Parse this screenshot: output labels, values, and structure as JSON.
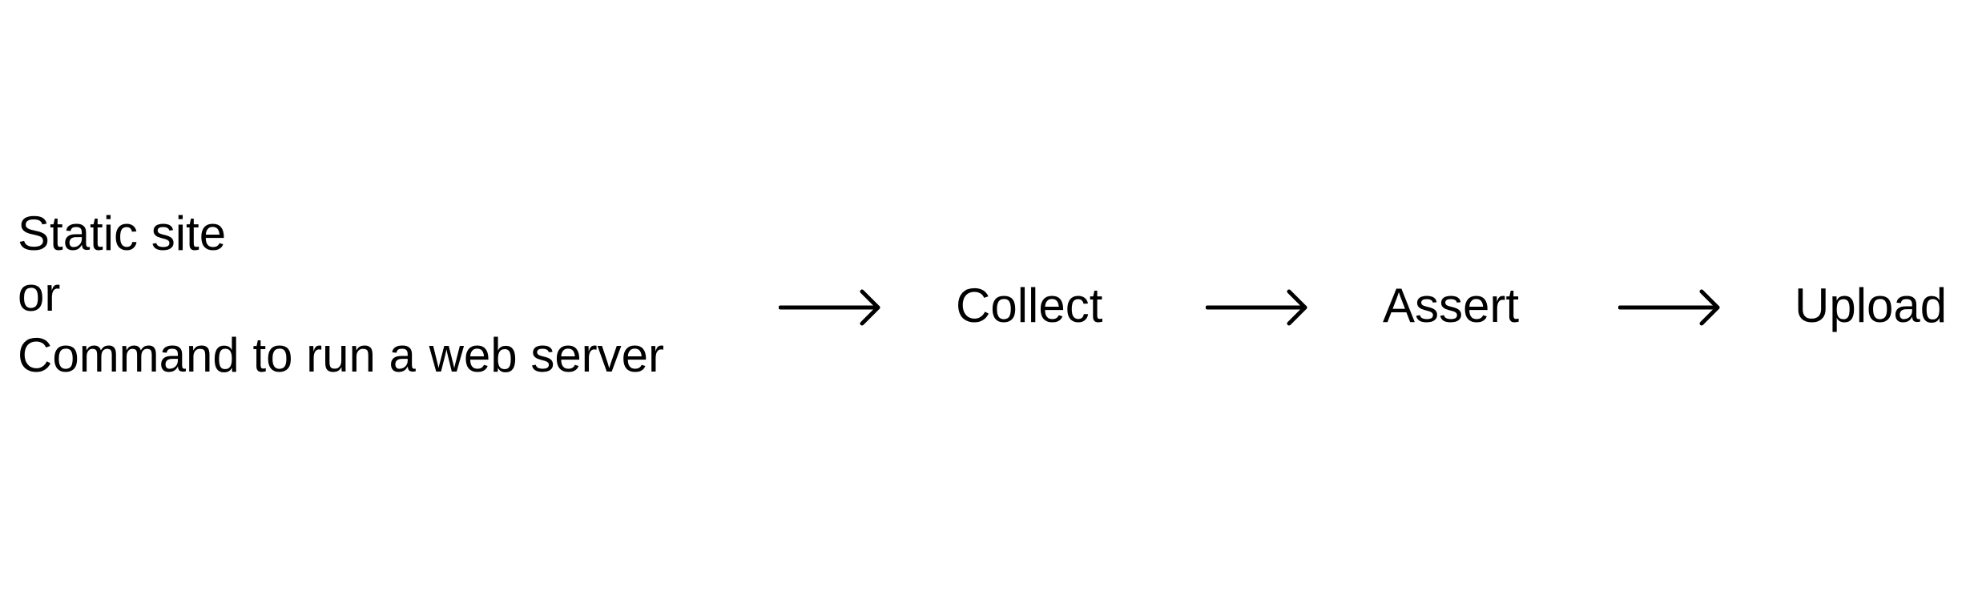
{
  "input": {
    "line1": "Static site",
    "line2": "or",
    "line3": "Command to run a web server"
  },
  "steps": {
    "collect": "Collect",
    "assert": "Assert",
    "upload": "Upload"
  },
  "colors": {
    "text": "#000000",
    "background": "#ffffff"
  },
  "icons": {
    "connector": "arrow-right-icon"
  }
}
